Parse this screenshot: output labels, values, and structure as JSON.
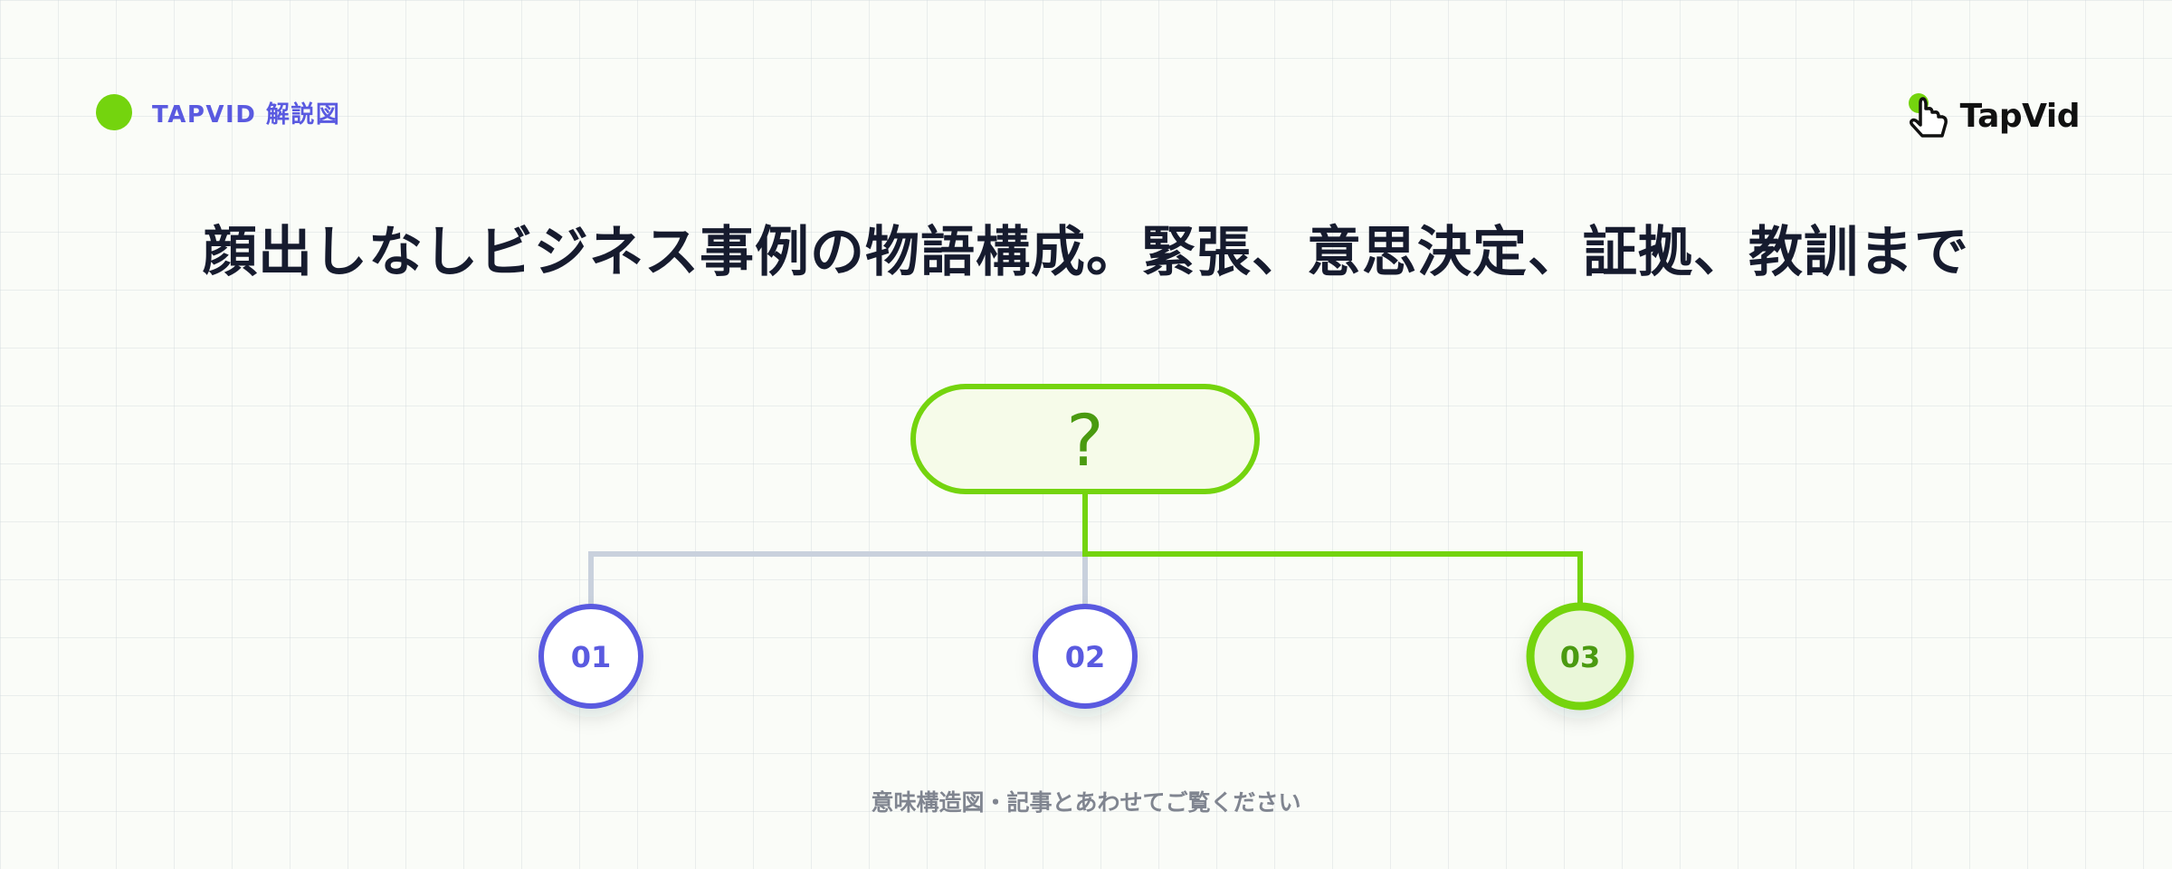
{
  "header": {
    "brand_tag": "TAPVID 解説図",
    "logo_text": "TapVid",
    "logo_icon": "tap-hand-icon"
  },
  "title": "顔出しなしビジネス事例の物語構成。緊張、意思決定、証拠、教訓まで",
  "diagram": {
    "root": {
      "label": "?"
    },
    "children": [
      {
        "label": "01",
        "highlighted": false
      },
      {
        "label": "02",
        "highlighted": false
      },
      {
        "label": "03",
        "highlighted": true
      }
    ]
  },
  "footer": {
    "caption": "意味構造図・記事とあわせてご覧ください"
  },
  "colors": {
    "accent_green": "#74d40e",
    "accent_green_dark": "#4a9a10",
    "accent_purple": "#5a5ae0",
    "connector_gray": "#c9d1dd",
    "title_color": "#161b2e",
    "caption_color": "#808590",
    "background": "#fafcf8"
  }
}
